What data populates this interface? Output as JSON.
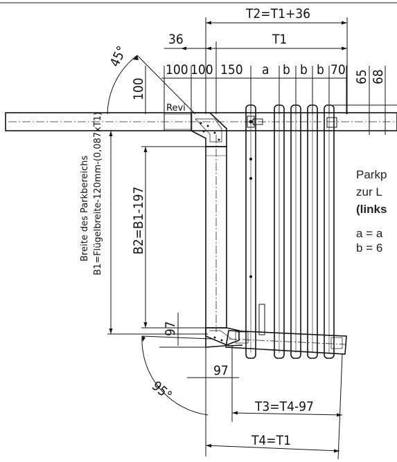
{
  "dimensions": {
    "t2": "T2=T1+36",
    "t1": "T1",
    "d36_top": "36",
    "angle45": "45°",
    "d100a": "100",
    "d100b": "100",
    "d150": "150",
    "a": "a",
    "b1": "b",
    "b2": "b",
    "b3": "b",
    "d70": "70",
    "d65": "65",
    "d68": "68",
    "d100_vert": "100",
    "b2_formula": "B2=B1-197",
    "d97_vert": "97",
    "d97_horiz": "97",
    "angle95": "95°",
    "t3": "T3=T4-97",
    "t4": "T4=T1"
  },
  "labels": {
    "revi": "Revi",
    "width_title": "Breite des Parkbereichs",
    "b1_formula": "B1=Flügelbreite-120mm-(0,087xT1)"
  },
  "notes": {
    "line1": "Parkp",
    "line2": "zur L",
    "line3_bold": "(links",
    "a_def": "a = a",
    "b_def": "b = 6"
  }
}
